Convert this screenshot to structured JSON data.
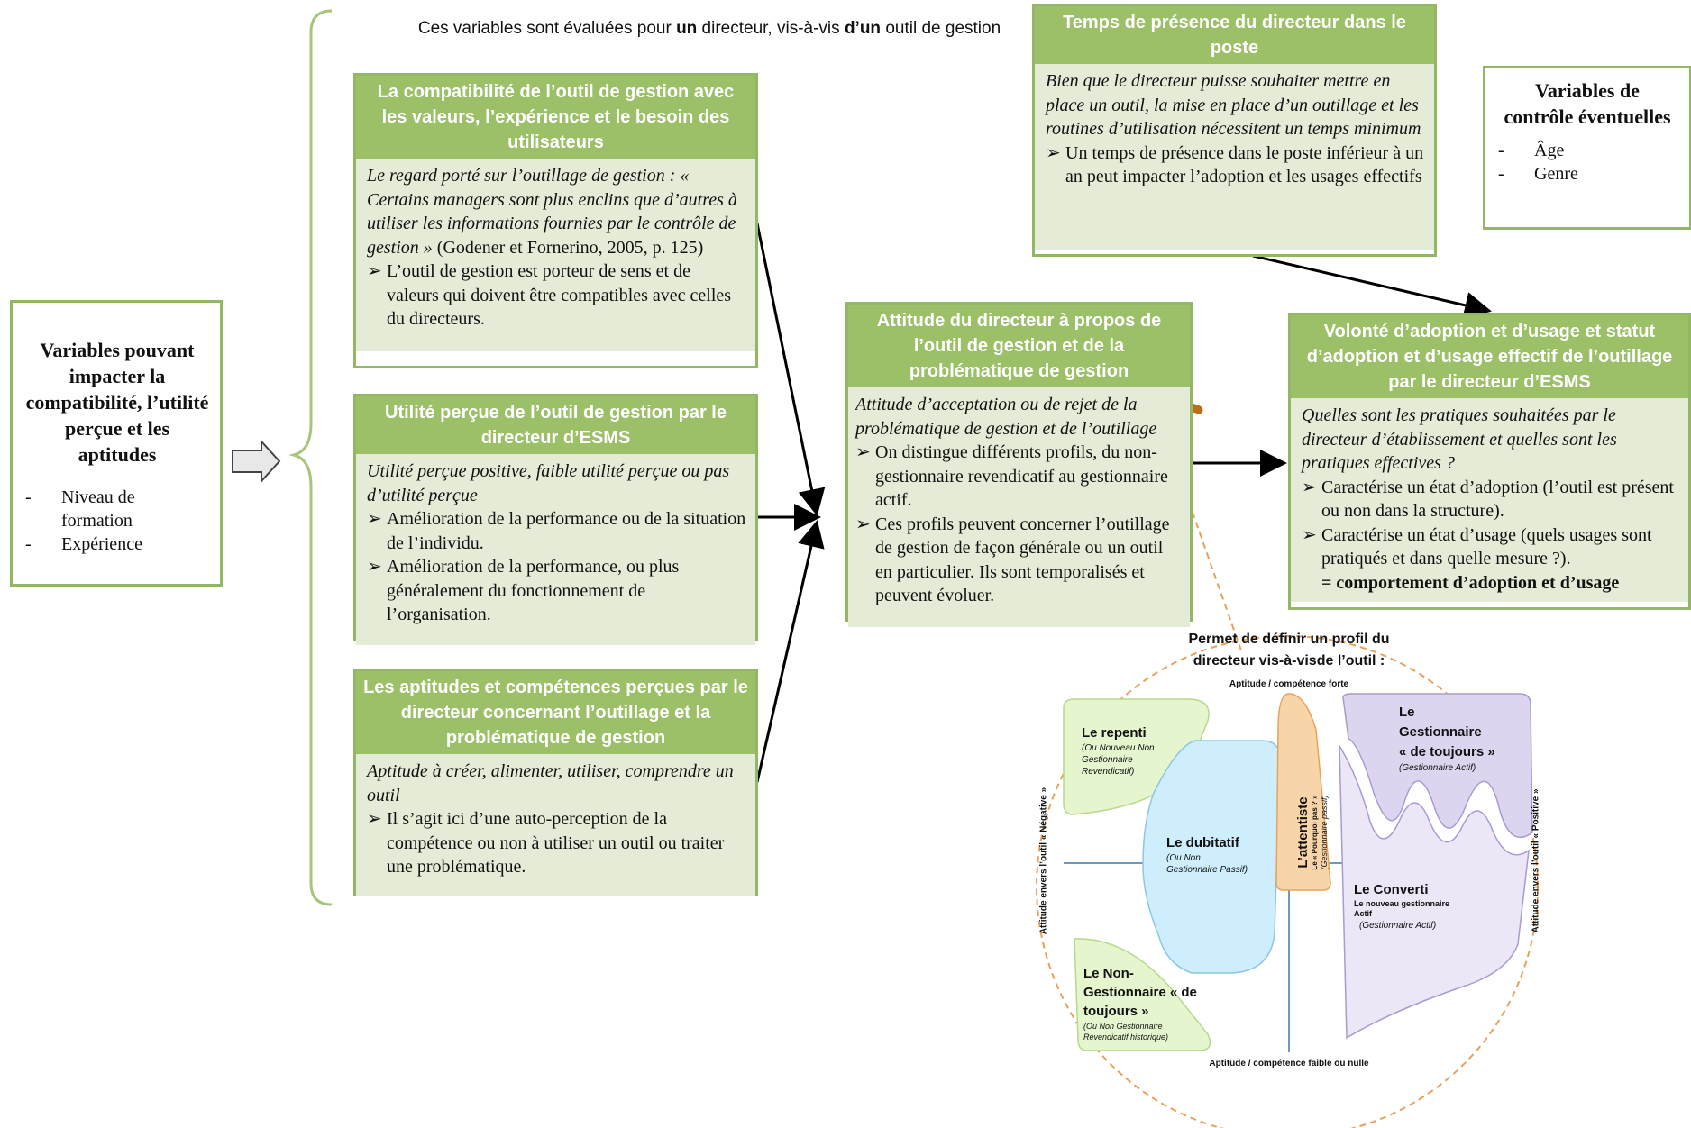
{
  "intro": {
    "part1": "Ces variables sont évaluées pour ",
    "bold1": "un",
    "part2": " directeur, vis-à-vis ",
    "bold2": "d’un",
    "part3": " outil de gestion"
  },
  "left_box": {
    "title": "Variables pouvant impacter la compatibilité, l’utilité perçue et les aptitudes",
    "items": [
      "Niveau de formation",
      "Expérience"
    ]
  },
  "compat_box": {
    "title": "La compatibilité de l’outil de gestion avec les valeurs, l’expérience et le besoin des utilisateurs",
    "italic": "Le regard porté sur l’outillage de gestion : « Certains managers sont plus enclins que d’autres à utiliser les informations fournies par le contrôle de gestion »",
    "citation": " (Godener et Fornerino, 2005, p. 125)",
    "bullets": [
      "L’outil de gestion est porteur de sens et de valeurs qui doivent être compatibles avec celles du directeurs."
    ]
  },
  "utility_box": {
    "title": "Utilité perçue de l’outil de gestion par le directeur d’ESMS",
    "italic": "Utilité perçue positive, faible utilité perçue ou pas d’utilité perçue",
    "bullets": [
      "Amélioration de la performance ou de la situation de l’individu.",
      "Amélioration de la performance, ou plus généralement du fonctionnement de l’organisation."
    ]
  },
  "aptitude_box": {
    "title": "Les aptitudes et compétences perçues par le directeur concernant l’outillage et la problématique de gestion",
    "italic": "Aptitude à créer, alimenter, utiliser, comprendre un outil",
    "bullets": [
      "Il s’agit ici d’une auto-perception de la compétence ou non à utiliser un outil ou traiter une problématique."
    ]
  },
  "attitude_box": {
    "title": "Attitude du directeur à propos de l’outil de gestion et de la problématique de gestion",
    "italic": "Attitude d’acceptation ou de rejet de la problématique de gestion et de l’outillage",
    "bullets": [
      "On distingue différents profils, du non-gestionnaire revendicatif au gestionnaire actif.",
      "Ces profils peuvent concerner l’outillage de gestion de façon générale ou un outil en particulier. Ils sont temporalisés et peuvent évoluer."
    ]
  },
  "presence_box": {
    "title": "Temps de présence du directeur dans le poste",
    "italic": "Bien que le directeur puisse souhaiter mettre en place un outil, la mise en place d’un outillage et les routines d’utilisation nécessitent un temps minimum",
    "bullets": [
      "Un temps de présence dans le poste inférieur à un an peut impacter l’adoption et les usages effectifs"
    ]
  },
  "control_box": {
    "title": "Variables de contrôle éventuelles",
    "items": [
      "Âge",
      "Genre"
    ]
  },
  "adoption_box": {
    "title": "Volonté d’adoption et d’usage et statut d’adoption et d’usage effectif de l’outillage par le directeur d’ESMS",
    "italic": "Quelles sont les pratiques souhaitées par le directeur d’établissement et quelles sont les pratiques effectives ?",
    "bullets": [
      "Caractérise un état d’adoption (l’outil est présent ou non dans la structure).",
      "Caractérise un état d’usage (quels usages sont pratiqués et dans quelle mesure ?)."
    ],
    "conclusion": "= comportement d’adoption et d’usage"
  },
  "profile": {
    "title_line1": "Permet de définir un profil du",
    "title_line2": "directeur vis-à-visde l’outil :",
    "axis_top": "Aptitude / compétence forte",
    "axis_bottom": "Aptitude / compétence faible ou nulle",
    "axis_left": "Attitude envers l’outil  « Négative »",
    "axis_right": "Attitude envers l’outil  « Positive »",
    "repenti": {
      "name": "Le repenti",
      "sub1": "(Ou Nouveau Non",
      "sub2": "Gestionnaire",
      "sub3": "Revendicatif)"
    },
    "dubitatif": {
      "name": "Le dubitatif",
      "sub1": "(Ou Non",
      "sub2": "Gestionnaire Passif)"
    },
    "attentiste": {
      "name": "L’attentiste",
      "sub1": "Le « Pourquoi pas ? »",
      "sub2": "(Gestionnaire passif)"
    },
    "gestionnaire": {
      "l1": "Le",
      "l2": "Gestionnaire",
      "l3": "« de toujours »",
      "sub": "(Gestionnaire Actif)"
    },
    "converti": {
      "name": "Le Converti",
      "sub1": "Le nouveau gestionnaire",
      "sub2": "Actif",
      "sub3": "(Gestionnaire Actif)"
    },
    "nongest": {
      "l1": "Le Non-",
      "l2": "Gestionnaire « de",
      "l3": "toujours »",
      "sub1": "(Ou Non Gestionnaire",
      "sub2": "Revendicatif historique)"
    }
  }
}
